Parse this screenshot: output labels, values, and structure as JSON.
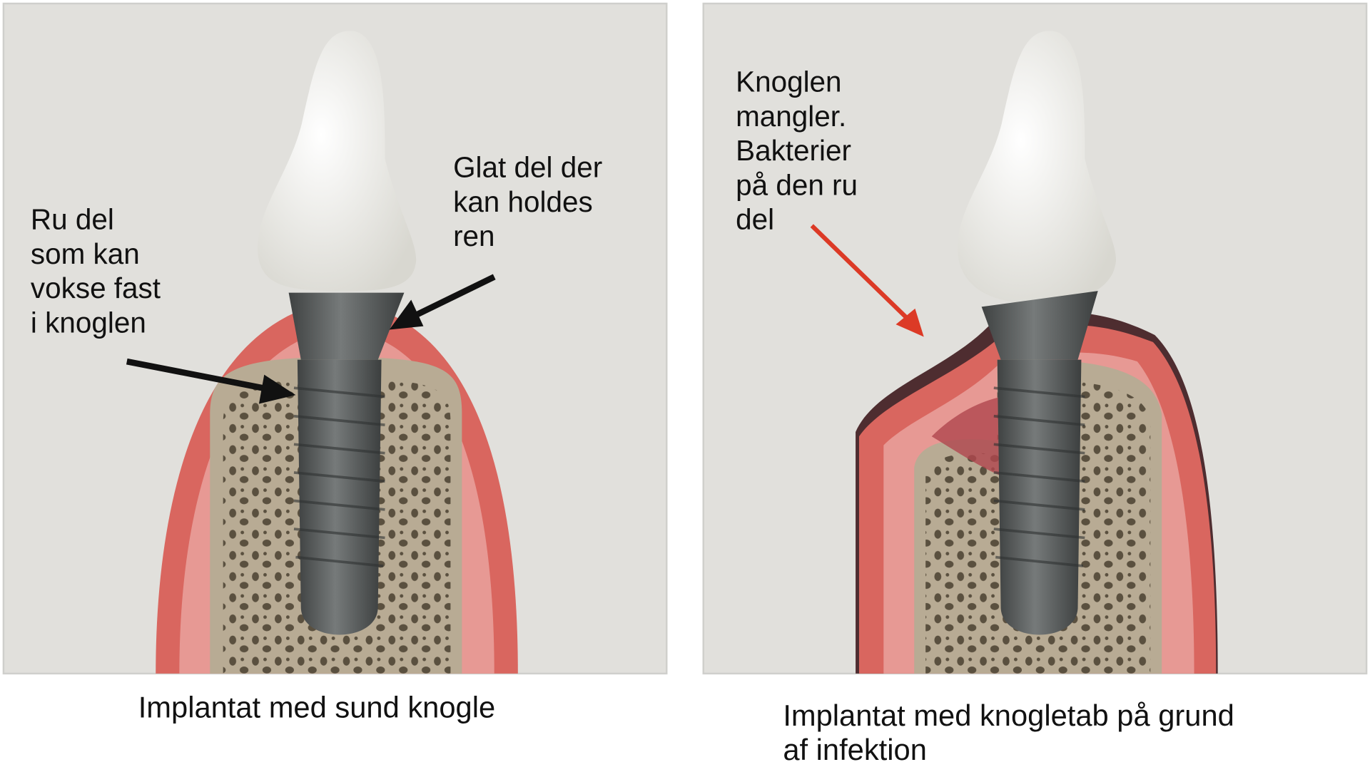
{
  "panels": [
    {
      "caption": "Implantat med sund knogle",
      "labels": [
        {
          "lines": [
            "Ru del",
            "som kan",
            "vokse fast",
            "i knoglen"
          ]
        },
        {
          "lines": [
            "Glat del der",
            "kan holdes",
            "ren"
          ]
        }
      ]
    },
    {
      "caption_lines": [
        "Implantat med knogletab på grund",
        "af infektion"
      ],
      "labels": [
        {
          "lines": [
            "Knoglen",
            "mangler.",
            "Bakterier",
            "på den ru",
            "del"
          ]
        }
      ]
    }
  ],
  "colors": {
    "background": "#e1e0dc",
    "gum": "#e0827d",
    "gum_outer": "#d9665f",
    "bone": "#b8ab94",
    "implant": "#5c5f5f",
    "crown": "#f2f1ec",
    "arrow_black": "#111111",
    "arrow_red": "#dc3a26"
  }
}
